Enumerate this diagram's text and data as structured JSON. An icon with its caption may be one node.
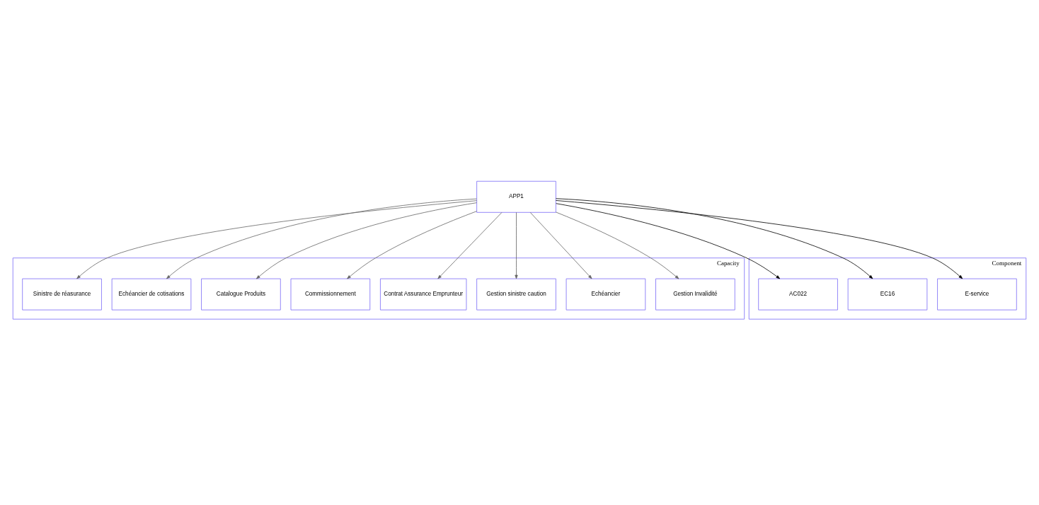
{
  "diagram": {
    "nodes": [
      {
        "text": [
          "Capacity"
        ]
      },
      {
        "text": [
          "Gestion Invalidité"
        ],
        "in": 0
      },
      {
        "text": [
          "Echéancier"
        ],
        "in": 0
      },
      {
        "text": [
          "Gestion sinistre caution"
        ],
        "in": 0
      },
      {
        "text": [
          "Contrat Assurance Emprunteur"
        ],
        "in": 0
      },
      {
        "text": [
          "Commissionnement"
        ],
        "in": 0
      },
      {
        "text": [
          "Catalogue Produits"
        ],
        "in": 0
      },
      {
        "text": [
          "Echéancier de cotisations"
        ],
        "in": 0
      },
      {
        "text": [
          "Sinistre de réasurance"
        ],
        "in": 0
      },
      {
        "text": [
          "APP1"
        ]
      },
      {
        "text": [
          "Component"
        ]
      },
      {
        "text": [
          "E-service"
        ],
        "in": 10
      },
      {
        "text": [
          "EC16"
        ],
        "in": 10
      },
      {
        "text": [
          "AC022"
        ],
        "in": 10
      }
    ],
    "edges": [
      {
        "from": 9,
        "to": 1,
        "arrow": "to"
      },
      {
        "from": 9,
        "to": 2,
        "arrow": "to"
      },
      {
        "from": 9,
        "to": 3,
        "arrow": "to"
      },
      {
        "from": 9,
        "to": 4,
        "arrow": "to"
      },
      {
        "from": 9,
        "to": 5,
        "arrow": "to"
      },
      {
        "from": 9,
        "to": 6,
        "arrow": "to"
      },
      {
        "from": 9,
        "to": 7,
        "arrow": "to"
      },
      {
        "from": 9,
        "to": 8,
        "arrow": "to"
      },
      {
        "from": 9,
        "to": 11,
        "arrow": "to",
        "color": "#000000"
      },
      {
        "from": 9,
        "to": 12,
        "arrow": "to",
        "color": "#000000"
      },
      {
        "from": 9,
        "to": 13,
        "arrow": "to",
        "color": "#000000"
      }
    ]
  }
}
